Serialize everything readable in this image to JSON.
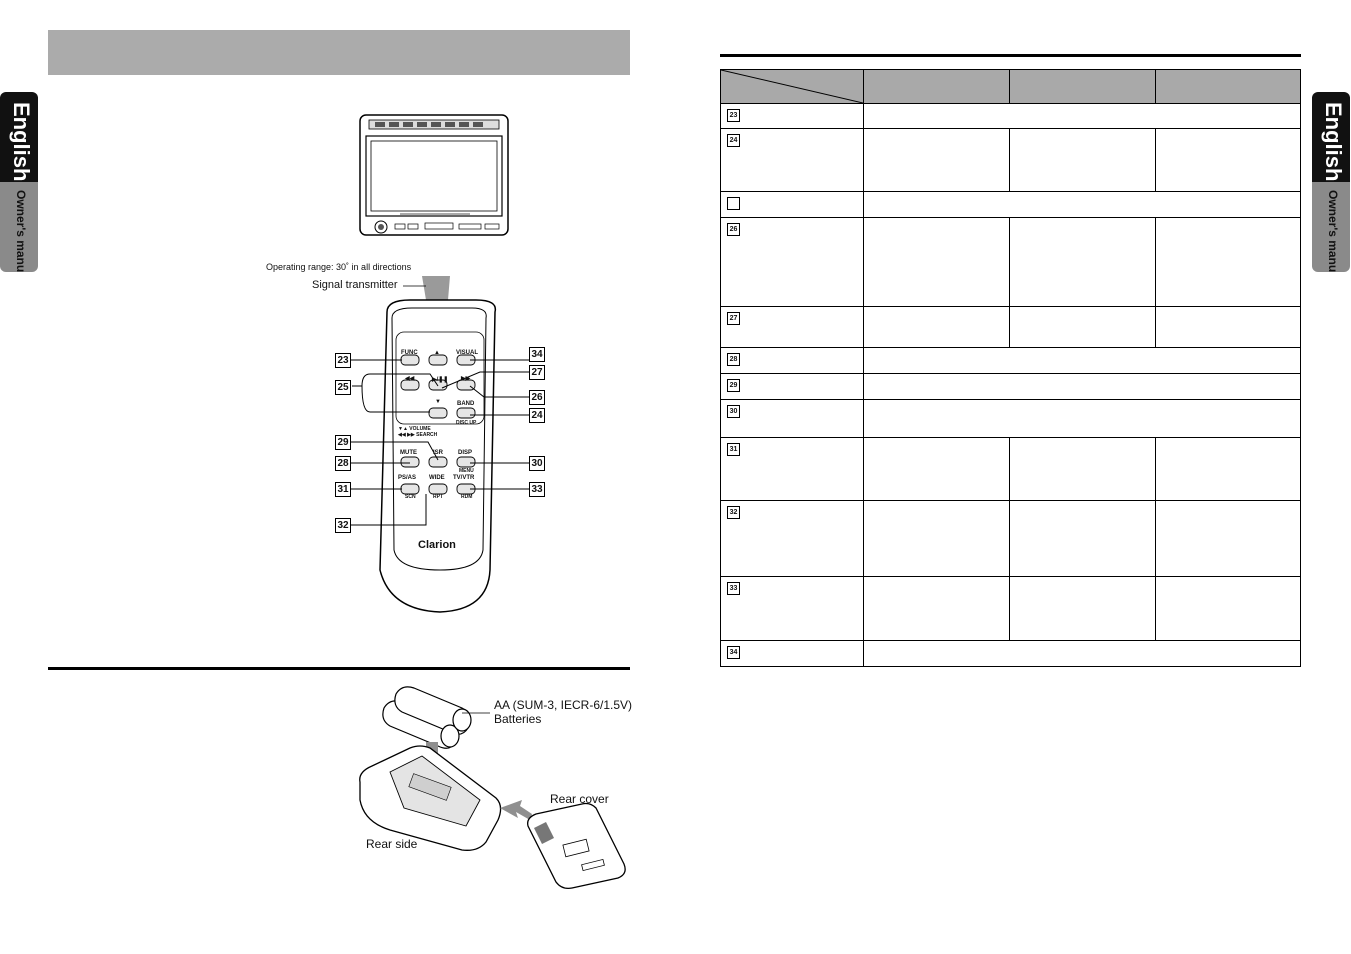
{
  "side_tab": {
    "language": "English",
    "manual": "Owner's manual"
  },
  "figure_remote": {
    "operating_range": "Operating range: 30˚ in all directions",
    "signal_transmitter": "Signal transmitter",
    "buttons": {
      "func": "FUNC",
      "up": "▲",
      "visual": "VISUAL",
      "prev": "◀◀",
      "play": "▶/❚❚",
      "next": "▶▶",
      "down": "▼",
      "band": "BAND",
      "disc_up": "DISC UP",
      "volume": "▼▲ VOLUME",
      "search": "◀◀ ▶▶ SEARCH",
      "mute": "MUTE",
      "isr": "ISR",
      "disp": "DISP",
      "menu": "MENU",
      "ps_as": "PS/AS",
      "scn": "SCN",
      "wide": "WIDE",
      "rpt": "RPT",
      "tv_vtr": "TV/VTR",
      "rdm": "RDM",
      "brand": "Clarion"
    },
    "callouts": [
      "23",
      "25",
      "29",
      "28",
      "31",
      "32",
      "34",
      "27",
      "26",
      "24",
      "30",
      "33"
    ]
  },
  "figure_battery": {
    "battery_label_line1": "AA (SUM-3, IECR-6/1.5V)",
    "battery_label_line2": "Batteries",
    "rear_cover": "Rear cover",
    "rear_side": "Rear side"
  },
  "table": {
    "rows": [
      {
        "num": "23",
        "span": true
      },
      {
        "num": "24",
        "span": false
      },
      {
        "num": "",
        "span": true
      },
      {
        "num": "26",
        "span": false
      },
      {
        "num": "27",
        "span": false
      },
      {
        "num": "28",
        "span": true
      },
      {
        "num": "29",
        "span": true
      },
      {
        "num": "30",
        "span": true
      },
      {
        "num": "31",
        "span": false
      },
      {
        "num": "32",
        "span": false
      },
      {
        "num": "33",
        "span": false
      },
      {
        "num": "34",
        "span": true
      }
    ]
  }
}
